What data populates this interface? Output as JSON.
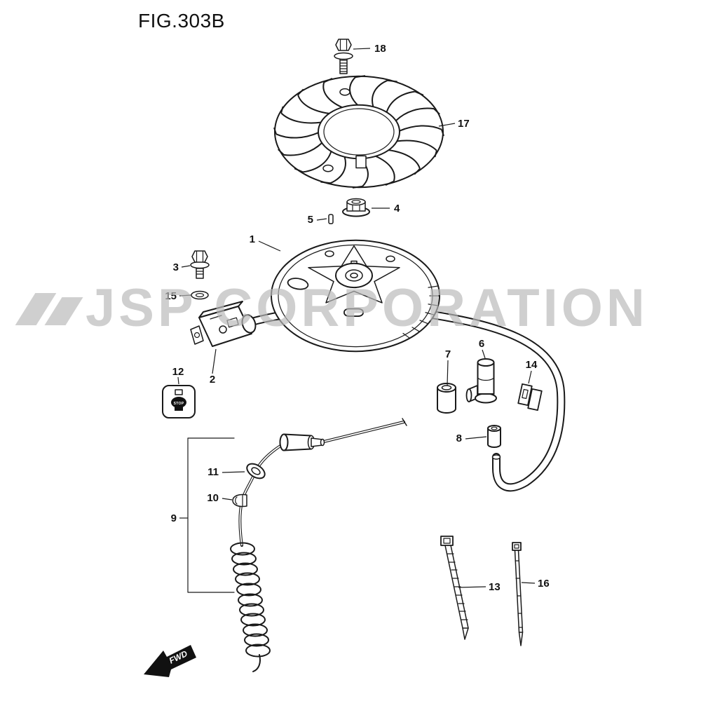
{
  "figure": {
    "title": "FIG.303B"
  },
  "watermark": {
    "text": "JSP CORPORATION"
  },
  "labels": {
    "fwd": "FWD",
    "stop": "STOP"
  },
  "parts": [
    "1",
    "2",
    "3",
    "4",
    "5",
    "6",
    "7",
    "8",
    "9",
    "10",
    "11",
    "12",
    "13",
    "14",
    "15",
    "16",
    "17",
    "18"
  ]
}
